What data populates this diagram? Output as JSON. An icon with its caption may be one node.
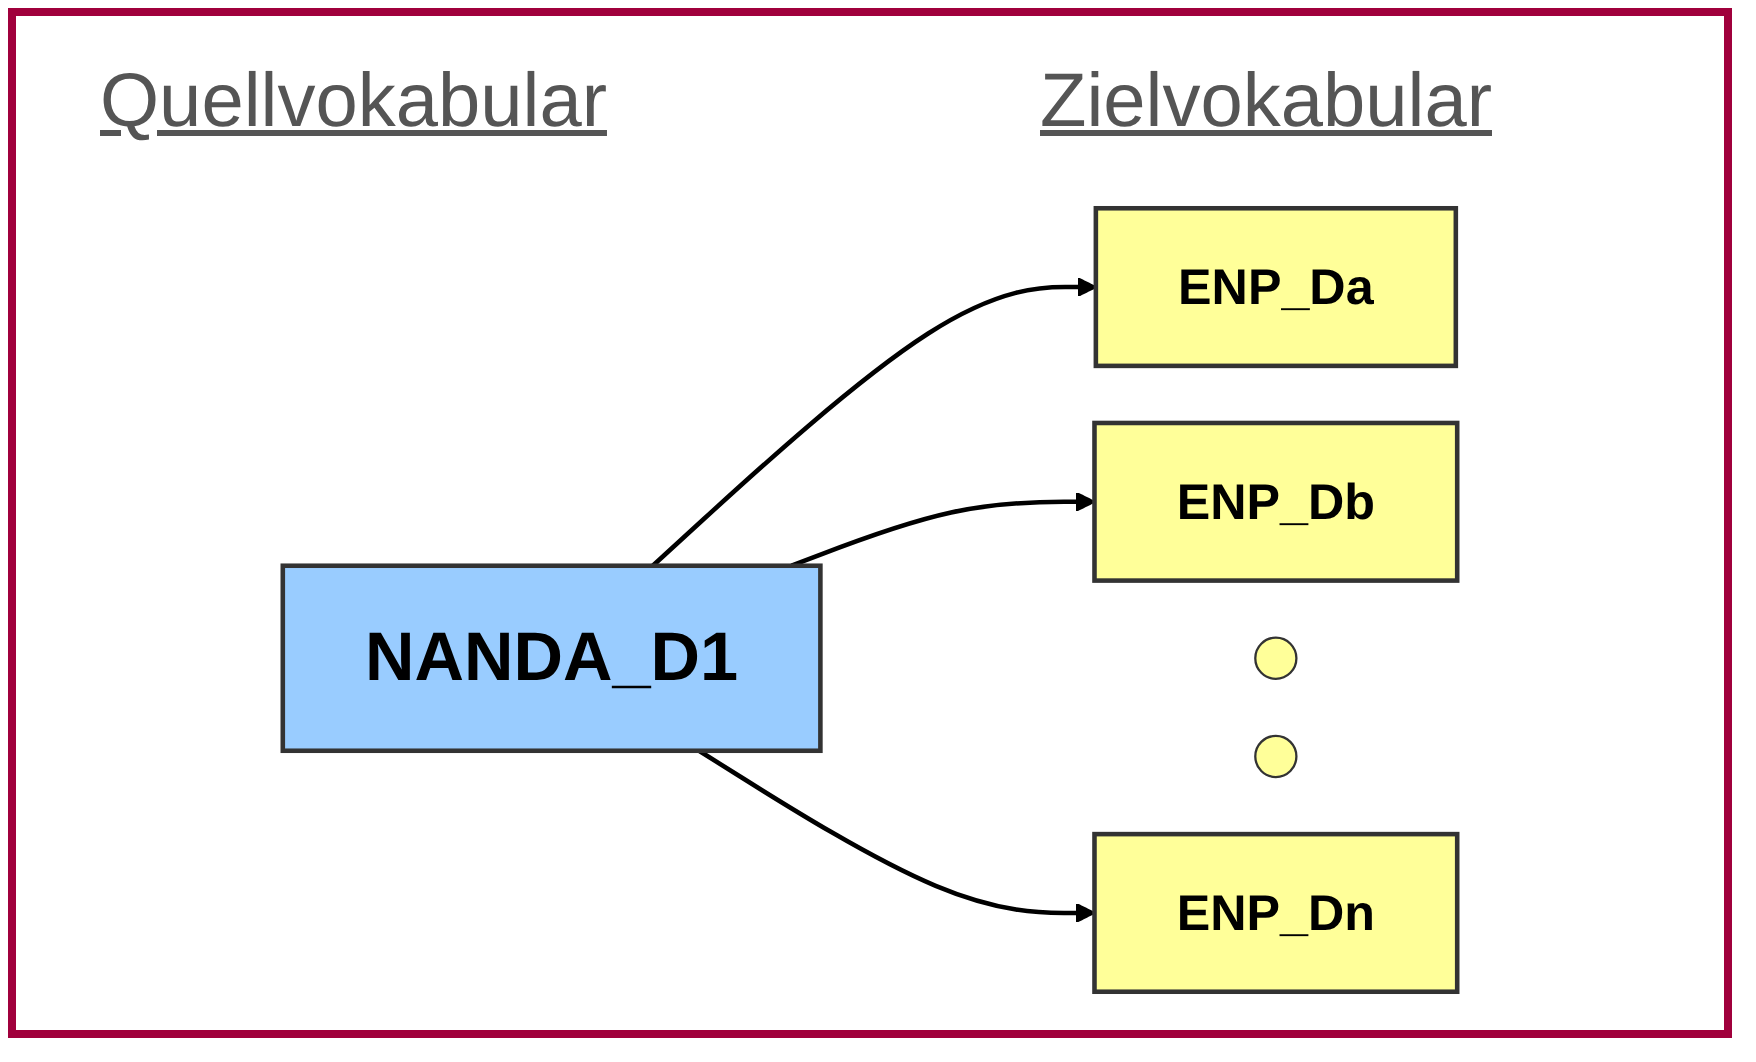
{
  "diagram": {
    "nodes": [
      {
        "text": [
          "NANDA_D1"
        ]
      },
      {
        "text": [
          "ENP_Da"
        ]
      },
      {
        "text": [
          "ENP_Db"
        ]
      },
      {
        "text": [
          "ENP_Dn"
        ]
      },
      {
        "text": [],
        "shape": "circle"
      },
      {
        "text": [],
        "shape": "circle"
      }
    ],
    "edges": [
      {
        "from": 0,
        "to": 1,
        "arrow": "to"
      },
      {
        "from": 0,
        "to": 2,
        "arrow": "to"
      },
      {
        "from": 0,
        "to": 3,
        "arrow": "to"
      }
    ],
    "labels": [
      "Quellvokabular",
      "Zielvokabular"
    ]
  }
}
